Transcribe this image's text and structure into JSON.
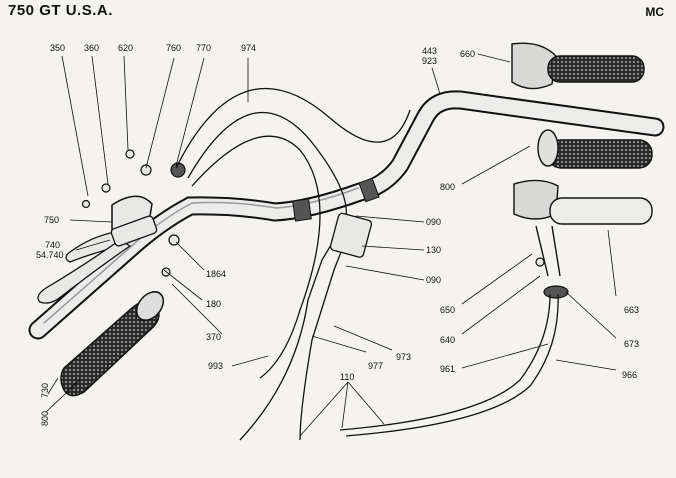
{
  "header": {
    "title": "750 GT U.S.A.",
    "code": "MC"
  },
  "parts": {
    "p350": "350",
    "p360": "360",
    "p620": "620",
    "p760": "760",
    "p770": "770",
    "p974": "974",
    "p443_923": "443\n923",
    "p660": "660",
    "p750": "750",
    "p740": "740\n54.740",
    "p1864": "1864",
    "p180": "180",
    "p370": "370",
    "p730": "730",
    "p800_left": "800",
    "p993": "993",
    "p090_top": "090",
    "p130": "130",
    "p090_bottom": "090",
    "p800_right": "800",
    "p650": "650",
    "p640": "640",
    "p663": "663",
    "p673": "673",
    "p977": "977",
    "p973": "973",
    "p961": "961",
    "p966": "966",
    "p110": "110"
  },
  "icons": [
    "handlebar",
    "left-grip",
    "right-throttle",
    "clutch-lever",
    "cable"
  ]
}
